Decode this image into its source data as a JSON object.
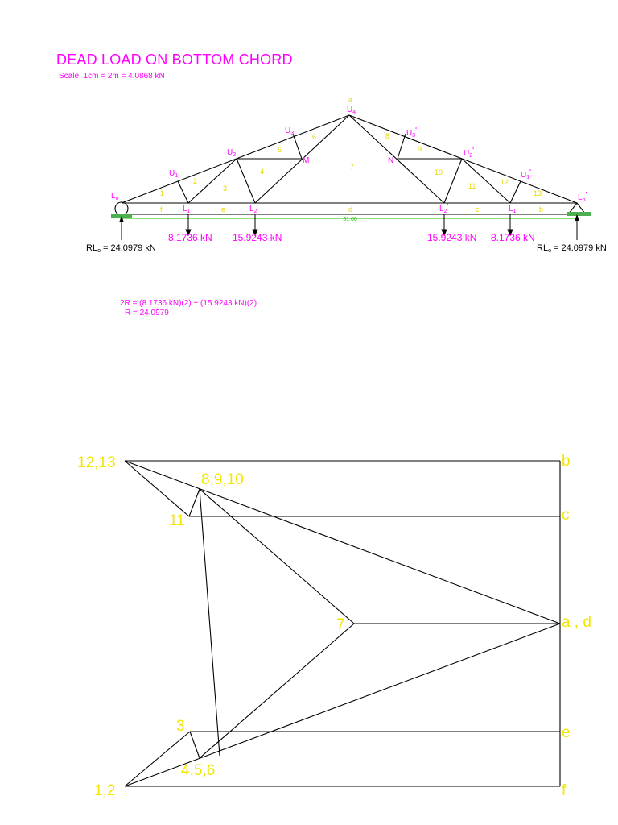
{
  "title": "DEAD LOAD ON BOTTOM CHORD",
  "scale": "Scale: 1cm = 2m = 4.0868 kN",
  "truss": {
    "joints": {
      "L0": "L",
      "L0_sub": "o",
      "L1": "L",
      "L1_sub": "1",
      "L2": "L",
      "L2_sub": "2",
      "L2p": "L",
      "L2p_sub": "2",
      "L1p": "L",
      "L1p_sub": "1",
      "L0p": "L",
      "L0p_sub": "o",
      "U1": "U",
      "U1_sub": "1",
      "U2": "U",
      "U2_sub": "2",
      "U3": "U",
      "U3_sub": "3",
      "U4": "U",
      "U4_sub": "4",
      "U3p": "U",
      "U3p_sub": "3",
      "U2p": "U",
      "U2p_sub": "2",
      "U1p": "U",
      "U1p_sub": "1",
      "M": "M",
      "N": "N",
      "prime": "'"
    },
    "regions": {
      "a": "a",
      "b": "b",
      "c": "c",
      "d": "d",
      "e": "e",
      "f": "f",
      "r1": "1",
      "r2": "2",
      "r3": "3",
      "r4": "4",
      "r5": "5",
      "r6": "6",
      "r7": "7",
      "r8": "8",
      "r9": "9",
      "r10": "10",
      "r11": "11",
      "r12": "12",
      "r13": "13"
    },
    "span_label": "31.00",
    "loads": [
      "8.1736 kN",
      "15.9243 kN",
      "15.9243 kN",
      "8.1736 kN"
    ],
    "reaction_left": {
      "main": "RL",
      "sub": "o",
      "value": " = 24.0979 kN"
    },
    "reaction_right": {
      "main": "RL",
      "sub": "o",
      "value": " = 24.0979 kN"
    }
  },
  "equations": {
    "line1": "2R = (8.1736 kN)(2) + (15.9243 kN)(2)",
    "line2": "R = 24.0979"
  },
  "force_diagram": {
    "labels": {
      "p1213": "12,13",
      "p8910": "8,9,10",
      "p11": "11",
      "p7": "7",
      "p3": "3",
      "p456": "4,5,6",
      "p12": "1,2",
      "b": "b",
      "c": "c",
      "ad": "a , d",
      "e": "e",
      "f": "f"
    }
  },
  "colors": {
    "magenta": "#ff00ff",
    "yellow": "#e6d800",
    "green": "#22c000",
    "support_green": "#4caf50",
    "line": "#000000"
  }
}
